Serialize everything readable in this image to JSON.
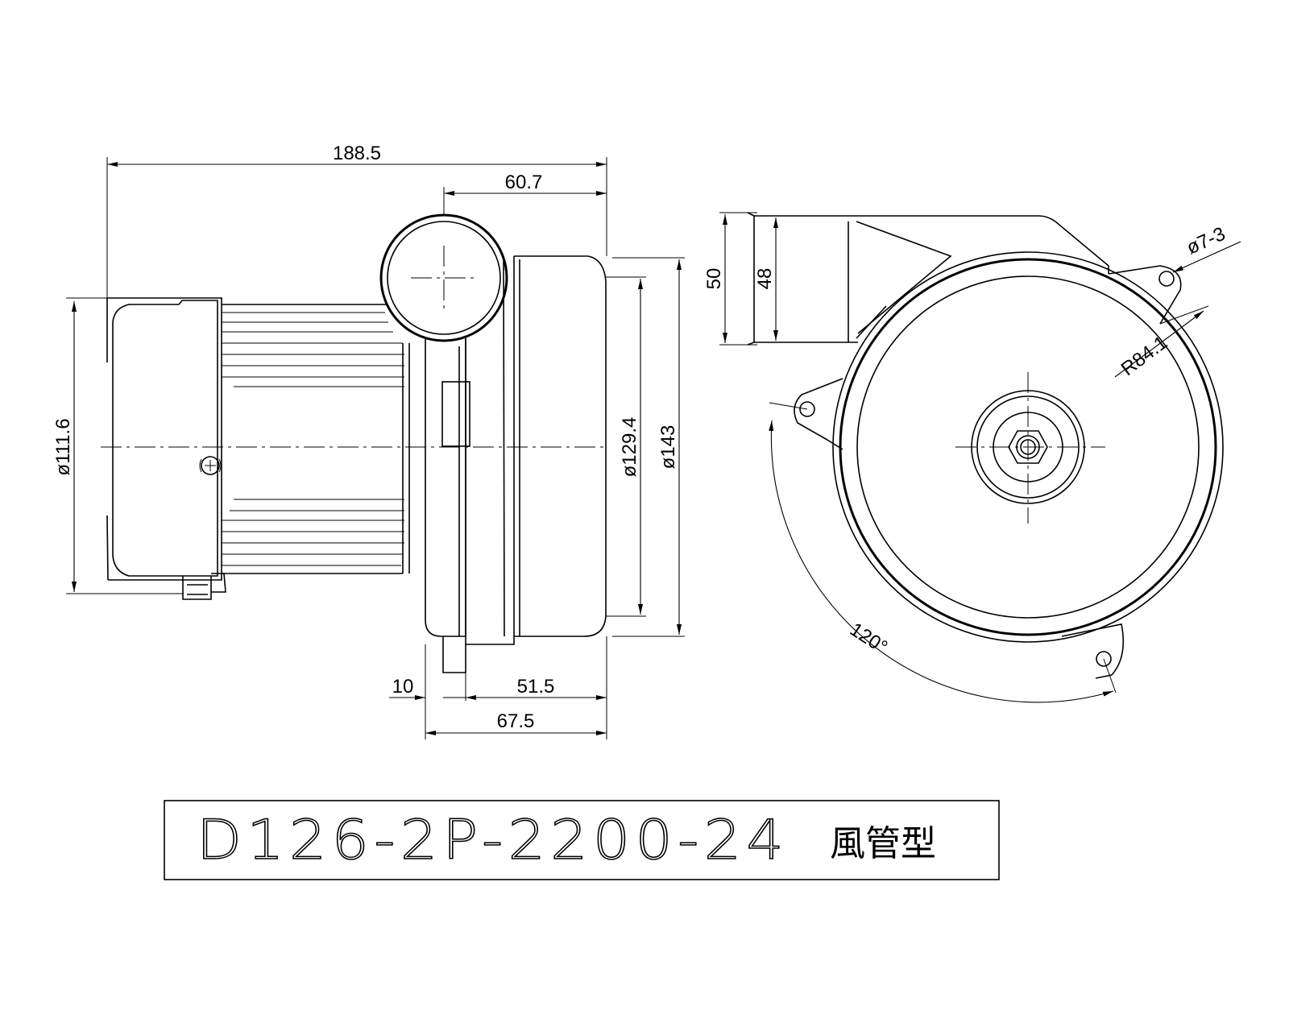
{
  "dimensions": {
    "overall_length": "188.5",
    "outlet_offset": "60.7",
    "motor_diameter": "ø111.6",
    "housing_inner_diameter": "ø129.4",
    "housing_outer_diameter": "ø143",
    "flange_thickness": "10",
    "body_depth": "51.5",
    "total_depth": "67.5",
    "outlet_outer": "50",
    "outlet_inner": "48",
    "mount_hole": "ø7-3",
    "mount_radius": "R84.1",
    "mount_angle": "120°"
  },
  "title_block": {
    "model": "D126-2P-2200-24",
    "type": "風管型"
  }
}
